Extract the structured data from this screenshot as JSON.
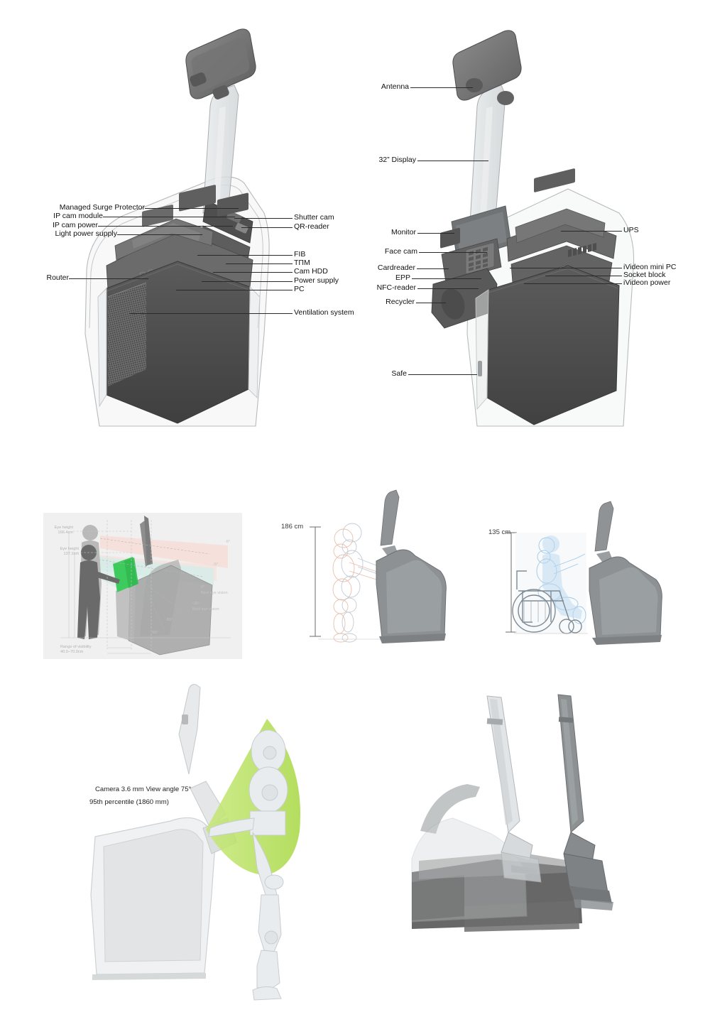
{
  "document": {
    "type": "technical-exploded-diagram",
    "subject": "self-service payment kiosk / terminal",
    "background_color": "#ffffff"
  },
  "panels": {
    "left_cutaway": {
      "name": "Left three-quarter cutaway view",
      "labels_left": [
        {
          "text": "Managed Surge Protector"
        },
        {
          "text": "IP cam module"
        },
        {
          "text": "IP cam power"
        },
        {
          "text": "Light power supply"
        },
        {
          "text": "Router"
        }
      ],
      "labels_right": [
        {
          "text": "Shutter cam"
        },
        {
          "text": "QR-reader"
        },
        {
          "text": "FIB"
        },
        {
          "text": "TПM"
        },
        {
          "text": "Cam HDD"
        },
        {
          "text": "Power supply"
        },
        {
          "text": "PC"
        },
        {
          "text": "Ventilation system"
        }
      ]
    },
    "right_cutaway": {
      "name": "Right three-quarter cutaway view",
      "labels_left": [
        {
          "text": "Antenna"
        },
        {
          "text": "32” Display"
        },
        {
          "text": "Monitor"
        },
        {
          "text": "Face cam"
        },
        {
          "text": "Cardreader"
        },
        {
          "text": "EPP"
        },
        {
          "text": "NFC-reader"
        },
        {
          "text": "Recycler"
        },
        {
          "text": "Safe"
        }
      ],
      "labels_right": [
        {
          "text": "UPS"
        },
        {
          "text": "iVideon mini PC"
        },
        {
          "text": "Socket block"
        },
        {
          "text": "iVideon power"
        }
      ]
    },
    "ergonomics": {
      "name": "Eye height and range of visibility study",
      "eye_height_tall_label": "Eye height",
      "eye_height_tall_value": "166.4cm",
      "eye_height_short_label": "Eye height",
      "eye_height_short_value": "137.1cm",
      "range_label": "Range of visibility",
      "range_value": "40.0–70.0cm",
      "angles": [
        {
          "text": "-5°"
        },
        {
          "text": "-5°"
        },
        {
          "text": "0°"
        },
        {
          "text": "-30°"
        },
        {
          "text": "-55°"
        },
        {
          "text": "-55°"
        }
      ],
      "vision_notes": [
        {
          "text": "Best eye vision"
        },
        {
          "text": "Best eye vision"
        }
      ],
      "background_color": "#f0f0f0",
      "highlight_color": "#3ecb5e",
      "cone_warm_color": "#f6ded9",
      "cone_cool_color": "#d6ece7"
    },
    "standing_reach": {
      "name": "Standing user reach study",
      "dimension": "186 cm",
      "figure_color": "#e8b9a6"
    },
    "wheelchair_reach": {
      "name": "Wheelchair user reach study",
      "dimension": "135 cm",
      "figure_color": "#9fc8e8"
    },
    "camera_coverage": {
      "name": "Camera field of view study",
      "line1": "Camera 3.6 mm    View angle 75°",
      "line2": "95th percentile (1860 mm)",
      "cone_color": "#b5e05a"
    },
    "tilt_positions": {
      "name": "Display mast tilt position comparison"
    }
  },
  "palette": {
    "body_dark": "#4a4a4a",
    "body_mid": "#777777",
    "body_light": "#b9b9b9",
    "glass": "#d9dcdd",
    "outline": "#5a5a5a",
    "leader_line": "#2a2a2a"
  }
}
